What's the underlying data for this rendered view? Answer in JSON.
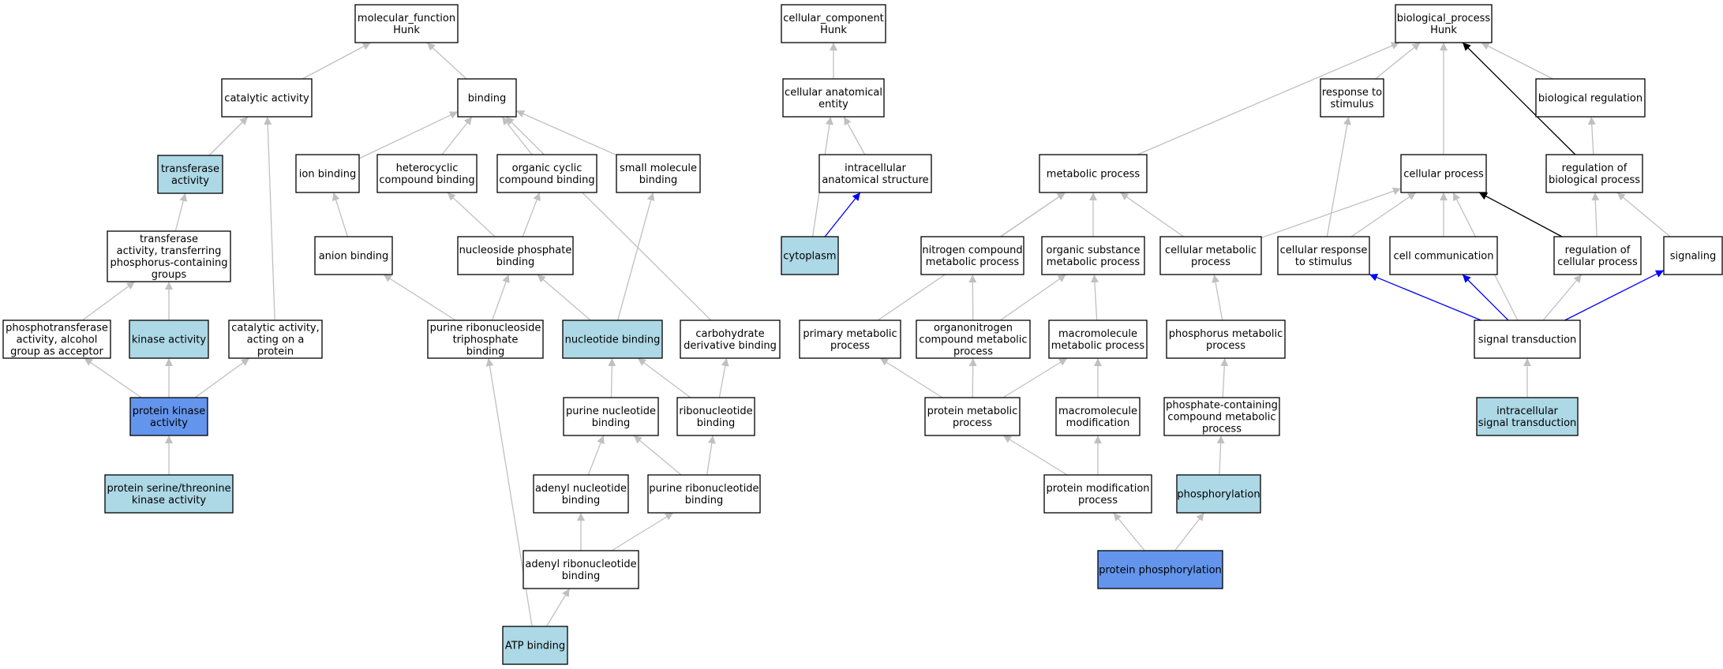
{
  "graph": {
    "colors": {
      "node_default": "#ffffff",
      "node_highlight": "#add8e6",
      "node_strong": "#6495ed",
      "edge_default": "#c0c0c0",
      "edge_blue": "#0000ff",
      "edge_black": "#000000"
    },
    "nodes": [
      {
        "id": "mf",
        "lines": [
          "molecular_function",
          "Hunk"
        ],
        "fill": "default"
      },
      {
        "id": "cat",
        "lines": [
          "catalytic activity"
        ],
        "fill": "default"
      },
      {
        "id": "binding",
        "lines": [
          "binding"
        ],
        "fill": "default"
      },
      {
        "id": "transferase",
        "lines": [
          "transferase",
          "activity"
        ],
        "fill": "highlight"
      },
      {
        "id": "ion",
        "lines": [
          "ion binding"
        ],
        "fill": "default"
      },
      {
        "id": "hetero",
        "lines": [
          "heterocyclic",
          "compound binding"
        ],
        "fill": "default"
      },
      {
        "id": "orgcyc",
        "lines": [
          "organic cyclic",
          "compound binding"
        ],
        "fill": "default"
      },
      {
        "id": "smallmol",
        "lines": [
          "small molecule",
          "binding"
        ],
        "fill": "default"
      },
      {
        "id": "transphos",
        "lines": [
          "transferase",
          "activity, transferring",
          "phosphorus-containing",
          "groups"
        ],
        "fill": "default"
      },
      {
        "id": "anion",
        "lines": [
          "anion binding"
        ],
        "fill": "default"
      },
      {
        "id": "nucphos",
        "lines": [
          "nucleoside phosphate",
          "binding"
        ],
        "fill": "default"
      },
      {
        "id": "phosphotrans",
        "lines": [
          "phosphotransferase",
          "activity, alcohol",
          "group as acceptor"
        ],
        "fill": "default"
      },
      {
        "id": "kinase",
        "lines": [
          "kinase activity"
        ],
        "fill": "highlight"
      },
      {
        "id": "catprot",
        "lines": [
          "catalytic activity,",
          "acting on a",
          "protein"
        ],
        "fill": "default"
      },
      {
        "id": "purtri",
        "lines": [
          "purine ribonucleoside",
          "triphosphate",
          "binding"
        ],
        "fill": "default"
      },
      {
        "id": "nucbind",
        "lines": [
          "nucleotide binding"
        ],
        "fill": "highlight"
      },
      {
        "id": "carbo",
        "lines": [
          "carbohydrate",
          "derivative binding"
        ],
        "fill": "default"
      },
      {
        "id": "pk",
        "lines": [
          "protein kinase",
          "activity"
        ],
        "fill": "strong"
      },
      {
        "id": "purnuc",
        "lines": [
          "purine nucleotide",
          "binding"
        ],
        "fill": "default"
      },
      {
        "id": "ribonuc",
        "lines": [
          "ribonucleotide",
          "binding"
        ],
        "fill": "default"
      },
      {
        "id": "serthr",
        "lines": [
          "protein serine/threonine",
          "kinase activity"
        ],
        "fill": "highlight"
      },
      {
        "id": "adenyl",
        "lines": [
          "adenyl nucleotide",
          "binding"
        ],
        "fill": "default"
      },
      {
        "id": "purribo",
        "lines": [
          "purine ribonucleotide",
          "binding"
        ],
        "fill": "default"
      },
      {
        "id": "adenylribo",
        "lines": [
          "adenyl ribonucleotide",
          "binding"
        ],
        "fill": "default"
      },
      {
        "id": "atp",
        "lines": [
          "ATP binding"
        ],
        "fill": "highlight"
      },
      {
        "id": "cc",
        "lines": [
          "cellular_component",
          "Hunk"
        ],
        "fill": "default"
      },
      {
        "id": "cae",
        "lines": [
          "cellular anatomical",
          "entity"
        ],
        "fill": "default"
      },
      {
        "id": "ias",
        "lines": [
          "intracellular",
          "anatomical structure"
        ],
        "fill": "default"
      },
      {
        "id": "cyto",
        "lines": [
          "cytoplasm"
        ],
        "fill": "highlight"
      },
      {
        "id": "bp",
        "lines": [
          "biological_process",
          "Hunk"
        ],
        "fill": "default"
      },
      {
        "id": "resp",
        "lines": [
          "response to",
          "stimulus"
        ],
        "fill": "default"
      },
      {
        "id": "bioreg",
        "lines": [
          "biological regulation"
        ],
        "fill": "default"
      },
      {
        "id": "metab",
        "lines": [
          "metabolic process"
        ],
        "fill": "default"
      },
      {
        "id": "cellproc",
        "lines": [
          "cellular process"
        ],
        "fill": "default"
      },
      {
        "id": "regbio",
        "lines": [
          "regulation of",
          "biological process"
        ],
        "fill": "default"
      },
      {
        "id": "nitro",
        "lines": [
          "nitrogen compound",
          "metabolic process"
        ],
        "fill": "default"
      },
      {
        "id": "orgsub",
        "lines": [
          "organic substance",
          "metabolic process"
        ],
        "fill": "default"
      },
      {
        "id": "cellmetab",
        "lines": [
          "cellular metabolic",
          "process"
        ],
        "fill": "default"
      },
      {
        "id": "cellresp",
        "lines": [
          "cellular response",
          "to stimulus"
        ],
        "fill": "default"
      },
      {
        "id": "cellcomm",
        "lines": [
          "cell communication"
        ],
        "fill": "default"
      },
      {
        "id": "regcell",
        "lines": [
          "regulation of",
          "cellular process"
        ],
        "fill": "default"
      },
      {
        "id": "signaling",
        "lines": [
          "signaling"
        ],
        "fill": "default"
      },
      {
        "id": "primary",
        "lines": [
          "primary metabolic",
          "process"
        ],
        "fill": "default"
      },
      {
        "id": "organonitro",
        "lines": [
          "organonitrogen",
          "compound metabolic",
          "process"
        ],
        "fill": "default"
      },
      {
        "id": "macromol",
        "lines": [
          "macromolecule",
          "metabolic process"
        ],
        "fill": "default"
      },
      {
        "id": "phosmetab",
        "lines": [
          "phosphorus metabolic",
          "process"
        ],
        "fill": "default"
      },
      {
        "id": "sigtrans",
        "lines": [
          "signal transduction"
        ],
        "fill": "default"
      },
      {
        "id": "protmetab",
        "lines": [
          "protein metabolic",
          "process"
        ],
        "fill": "default"
      },
      {
        "id": "macromod",
        "lines": [
          "macromolecule",
          "modification"
        ],
        "fill": "default"
      },
      {
        "id": "phoscont",
        "lines": [
          "phosphate-containing",
          "compound metabolic",
          "process"
        ],
        "fill": "default"
      },
      {
        "id": "intrasig",
        "lines": [
          "intracellular",
          "signal transduction"
        ],
        "fill": "highlight"
      },
      {
        "id": "protmod",
        "lines": [
          "protein modification",
          "process"
        ],
        "fill": "default"
      },
      {
        "id": "phosphorylation",
        "lines": [
          "phosphorylation"
        ],
        "fill": "highlight"
      },
      {
        "id": "protphos",
        "lines": [
          "protein phosphorylation"
        ],
        "fill": "strong"
      }
    ],
    "edges": [
      {
        "from": "cat",
        "to": "mf",
        "color": "default"
      },
      {
        "from": "binding",
        "to": "mf",
        "color": "default"
      },
      {
        "from": "transferase",
        "to": "cat",
        "color": "default"
      },
      {
        "from": "catprot",
        "to": "cat",
        "color": "default"
      },
      {
        "from": "ion",
        "to": "binding",
        "color": "default"
      },
      {
        "from": "hetero",
        "to": "binding",
        "color": "default"
      },
      {
        "from": "orgcyc",
        "to": "binding",
        "color": "default"
      },
      {
        "from": "smallmol",
        "to": "binding",
        "color": "default"
      },
      {
        "from": "carbo",
        "to": "binding",
        "color": "default"
      },
      {
        "from": "transphos",
        "to": "transferase",
        "color": "default"
      },
      {
        "from": "phosphotrans",
        "to": "transphos",
        "color": "default"
      },
      {
        "from": "kinase",
        "to": "transphos",
        "color": "default"
      },
      {
        "from": "anion",
        "to": "ion",
        "color": "default"
      },
      {
        "from": "nucphos",
        "to": "hetero",
        "color": "default"
      },
      {
        "from": "nucphos",
        "to": "orgcyc",
        "color": "default"
      },
      {
        "from": "purtri",
        "to": "anion",
        "color": "default"
      },
      {
        "from": "purtri",
        "to": "nucphos",
        "color": "default"
      },
      {
        "from": "nucbind",
        "to": "nucphos",
        "color": "default"
      },
      {
        "from": "nucbind",
        "to": "smallmol",
        "color": "default"
      },
      {
        "from": "pk",
        "to": "phosphotrans",
        "color": "default"
      },
      {
        "from": "pk",
        "to": "kinase",
        "color": "default"
      },
      {
        "from": "pk",
        "to": "catprot",
        "color": "default"
      },
      {
        "from": "serthr",
        "to": "pk",
        "color": "default"
      },
      {
        "from": "purnuc",
        "to": "nucbind",
        "color": "default"
      },
      {
        "from": "ribonuc",
        "to": "nucbind",
        "color": "default"
      },
      {
        "from": "ribonuc",
        "to": "carbo",
        "color": "default"
      },
      {
        "from": "adenyl",
        "to": "purnuc",
        "color": "default"
      },
      {
        "from": "purribo",
        "to": "purnuc",
        "color": "default"
      },
      {
        "from": "purribo",
        "to": "ribonuc",
        "color": "default"
      },
      {
        "from": "adenylribo",
        "to": "adenyl",
        "color": "default"
      },
      {
        "from": "adenylribo",
        "to": "purribo",
        "color": "default"
      },
      {
        "from": "atp",
        "to": "adenylribo",
        "color": "default"
      },
      {
        "from": "atp",
        "to": "purtri",
        "color": "default"
      },
      {
        "from": "cae",
        "to": "cc",
        "color": "default"
      },
      {
        "from": "ias",
        "to": "cae",
        "color": "default"
      },
      {
        "from": "cyto",
        "to": "cae",
        "color": "default"
      },
      {
        "from": "cyto",
        "to": "ias",
        "color": "blue"
      },
      {
        "from": "resp",
        "to": "bp",
        "color": "default"
      },
      {
        "from": "bioreg",
        "to": "bp",
        "color": "default"
      },
      {
        "from": "metab",
        "to": "bp",
        "color": "default"
      },
      {
        "from": "cellproc",
        "to": "bp",
        "color": "default"
      },
      {
        "from": "regbio",
        "to": "bp",
        "color": "black"
      },
      {
        "from": "regbio",
        "to": "bioreg",
        "color": "default"
      },
      {
        "from": "primary",
        "to": "metab",
        "color": "default"
      },
      {
        "from": "nitro",
        "to": "metab",
        "color": "default"
      },
      {
        "from": "orgsub",
        "to": "metab",
        "color": "default"
      },
      {
        "from": "cellmetab",
        "to": "metab",
        "color": "default"
      },
      {
        "from": "cellmetab",
        "to": "cellproc",
        "color": "default"
      },
      {
        "from": "cellresp",
        "to": "cellproc",
        "color": "default"
      },
      {
        "from": "cellresp",
        "to": "resp",
        "color": "default"
      },
      {
        "from": "cellcomm",
        "to": "cellproc",
        "color": "default"
      },
      {
        "from": "regcell",
        "to": "cellproc",
        "color": "black"
      },
      {
        "from": "regcell",
        "to": "regbio",
        "color": "default"
      },
      {
        "from": "signaling",
        "to": "regbio",
        "color": "default"
      },
      {
        "from": "organonitro",
        "to": "nitro",
        "color": "default"
      },
      {
        "from": "organonitro",
        "to": "orgsub",
        "color": "default"
      },
      {
        "from": "macromol",
        "to": "orgsub",
        "color": "default"
      },
      {
        "from": "phosmetab",
        "to": "cellmetab",
        "color": "default"
      },
      {
        "from": "sigtrans",
        "to": "cellresp",
        "color": "blue"
      },
      {
        "from": "sigtrans",
        "to": "cellcomm",
        "color": "blue"
      },
      {
        "from": "sigtrans",
        "to": "signaling",
        "color": "blue"
      },
      {
        "from": "sigtrans",
        "to": "regcell",
        "color": "default"
      },
      {
        "from": "sigtrans",
        "to": "cellproc",
        "color": "default"
      },
      {
        "from": "protmetab",
        "to": "primary",
        "color": "default"
      },
      {
        "from": "protmetab",
        "to": "organonitro",
        "color": "default"
      },
      {
        "from": "protmetab",
        "to": "macromol",
        "color": "default"
      },
      {
        "from": "macromod",
        "to": "macromol",
        "color": "default"
      },
      {
        "from": "phoscont",
        "to": "phosmetab",
        "color": "default"
      },
      {
        "from": "intrasig",
        "to": "sigtrans",
        "color": "default"
      },
      {
        "from": "protmod",
        "to": "protmetab",
        "color": "default"
      },
      {
        "from": "protmod",
        "to": "macromod",
        "color": "default"
      },
      {
        "from": "phosphorylation",
        "to": "phoscont",
        "color": "default"
      },
      {
        "from": "protphos",
        "to": "protmod",
        "color": "default"
      },
      {
        "from": "protphos",
        "to": "phosphorylation",
        "color": "default"
      }
    ]
  }
}
